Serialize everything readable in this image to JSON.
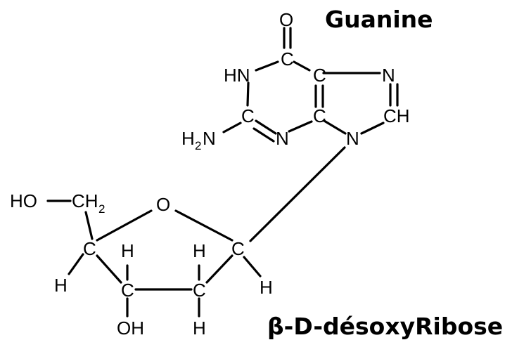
{
  "labels": {
    "base_name": "Guanine",
    "sugar_name": "β-D-désoxyRibose"
  },
  "atoms": {
    "o_carbonyl": "O",
    "c6": "C",
    "hn1": "HN",
    "c5": "C",
    "n7": "N",
    "c2": "C",
    "c4": "C",
    "ch8": "CH",
    "h2n_h": "H",
    "h2n_2": "2",
    "h2n_n": "N",
    "n3": "N",
    "n9": "N",
    "ho": "HO",
    "ch2_c": "CH",
    "ch2_2": "2",
    "o_ring": "O",
    "c4p": "C",
    "c1p": "C",
    "h4p": "H",
    "h3p_top": "H",
    "c3p": "C",
    "h2p_top": "H",
    "c2p": "C",
    "h1p": "H",
    "oh3p": "OH",
    "h2p_bottom": "H"
  }
}
